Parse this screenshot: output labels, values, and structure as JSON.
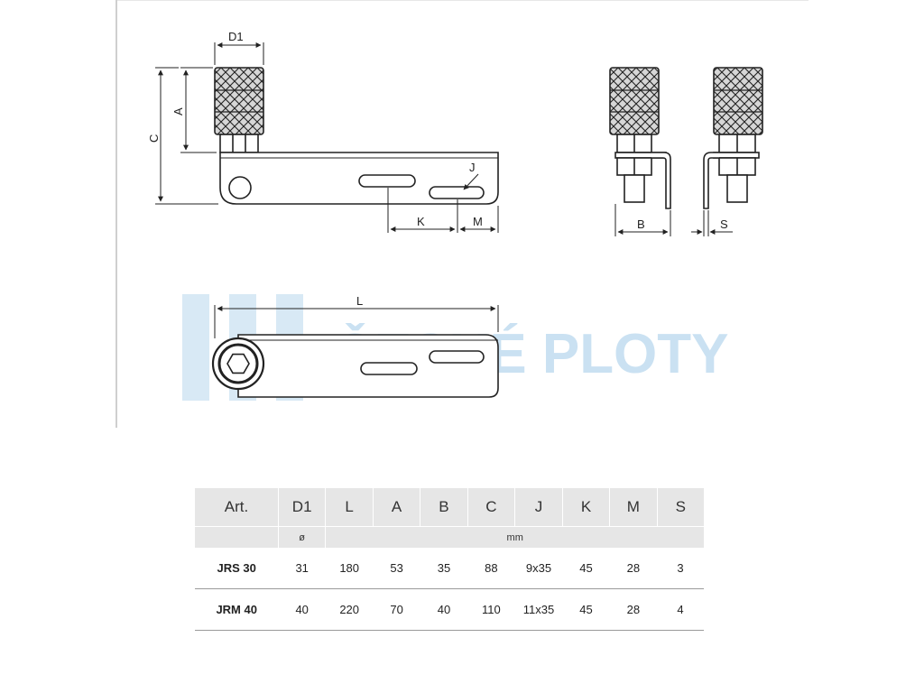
{
  "watermark": {
    "text": "ČESKÉ PLOTY",
    "color": "#b9d8ee"
  },
  "drawing": {
    "dimensions": {
      "d1": "D1",
      "a": "A",
      "c": "C",
      "j": "J",
      "k": "K",
      "m": "M",
      "b": "B",
      "s": "S",
      "l": "L"
    }
  },
  "table": {
    "headers": [
      "Art.",
      "D1",
      "L",
      "A",
      "B",
      "C",
      "J",
      "K",
      "M",
      "S"
    ],
    "units": {
      "d1": "ø",
      "others": "mm"
    },
    "rows": [
      {
        "art": "JRS 30",
        "values": [
          "31",
          "180",
          "53",
          "35",
          "88",
          "9x35",
          "45",
          "28",
          "3"
        ]
      },
      {
        "art": "JRM 40",
        "values": [
          "40",
          "220",
          "70",
          "40",
          "110",
          "11x35",
          "45",
          "28",
          "4"
        ]
      }
    ]
  }
}
